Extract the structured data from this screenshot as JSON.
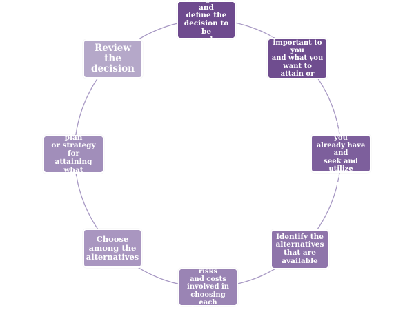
{
  "diagram": {
    "steps": [
      {
        "label": "Recognize and\ndefine the\ndecision to be\nmade"
      },
      {
        "label": "Know what is\nimportant to you\nand what you\nwant to attain or\naccomplish"
      },
      {
        "label": "Examine the\ninformation you\nalready have and\nseek and utilize\nnew information"
      },
      {
        "label": "Identify the\nalternatives\nthat are\navailable"
      },
      {
        "label": "Assess the risks\nand costs\ninvolved in\nchoosing each\nalternative"
      },
      {
        "label": "Choose\namong the\nalternatives"
      },
      {
        "label": "Develop a plan\nor strategy for\nattaining what\nyou want"
      },
      {
        "label": "Review the\ndecision"
      }
    ],
    "colors": {
      "ring": "#a899c4",
      "step_fills": [
        "#6e4a8e",
        "#6f4d8f",
        "#7d5f9c",
        "#8e74aa",
        "#9a84b4",
        "#a996c0",
        "#a18eba",
        "#b5a8c9"
      ]
    }
  }
}
